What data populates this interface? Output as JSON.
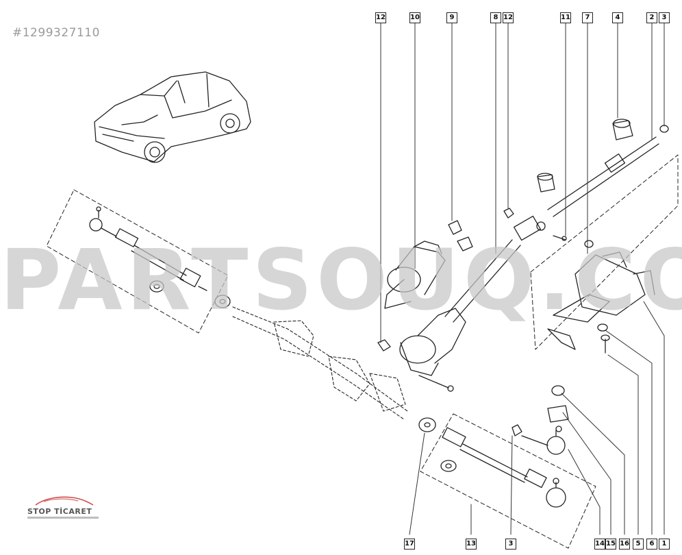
{
  "page_id": "#1299327110",
  "watermark": "PARTSOUQ.COM",
  "brand": {
    "name": "STOP TİCARET"
  },
  "callouts": {
    "c12a": "12",
    "c10": "10",
    "c9": "9",
    "c8": "8",
    "c12b": "12",
    "c11": "11",
    "c7": "7",
    "c4": "4",
    "c2": "2",
    "c3a": "3",
    "c17": "17",
    "c13": "13",
    "c3b": "3",
    "c14": "14",
    "c15": "15",
    "c16": "16",
    "c5": "5",
    "c6": "6",
    "c1": "1"
  },
  "colors": {
    "line": "#222222",
    "watermark": "#c7c7c7",
    "logo_accent": "#d04a4a"
  }
}
